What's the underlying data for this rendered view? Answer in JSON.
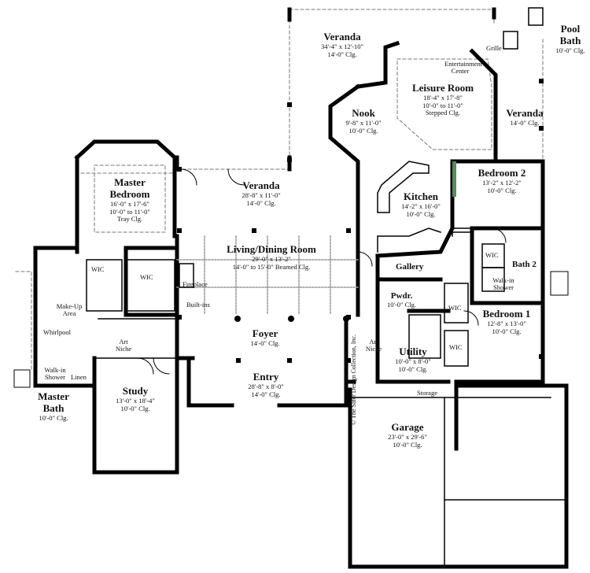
{
  "rooms": {
    "veranda_top": {
      "name": "Veranda",
      "dims": "34'-4\" x 12'-10\"",
      "ceiling": "14'-0\" Clg."
    },
    "pool_bath": {
      "name": "Pool Bath",
      "ceiling": "10'-0\" Clg."
    },
    "grille": {
      "name": "Grille"
    },
    "entertainment": {
      "name": "Entertainment Center"
    },
    "leisure": {
      "name": "Leisure Room",
      "dims": "18'-4\" x 17'-8\"",
      "ceiling": "10'-0\" to 11'-0\"",
      "note": "Stepped Clg."
    },
    "nook": {
      "name": "Nook",
      "dims": "9'-8\" x 11'-0\"",
      "ceiling": "10'-0\" Clg."
    },
    "veranda_right": {
      "name": "Veranda",
      "ceiling": "14'-0\" Clg."
    },
    "master_bedroom": {
      "name": "Master Bedroom",
      "dims": "16'-0\" x 17'-6\"",
      "ceiling": "10'-0\" to 11'-0\"",
      "note": "Tray Clg."
    },
    "veranda_mid": {
      "name": "Veranda",
      "dims": "28'-8\" x 11'-0\"",
      "ceiling": "14'-0\" Clg."
    },
    "bedroom2": {
      "name": "Bedroom 2",
      "dims": "13'-2\" x 12'-2\"",
      "ceiling": "10'-0\" Clg."
    },
    "kitchen": {
      "name": "Kitchen",
      "dims": "14'-2\" x 16'-0\"",
      "ceiling": "10'-0\" Clg."
    },
    "living": {
      "name": "Living/Dining Room",
      "dims": "29'-0\" x 13'-2\"",
      "ceiling": "14'-0\" to 15'-0\" Beamed Clg."
    },
    "gallery": {
      "name": "Gallery"
    },
    "bath2": {
      "name": "Bath 2"
    },
    "walkin_shower_r": {
      "name": "Walk-in Shower"
    },
    "pwdr": {
      "name": "Pwdr.",
      "ceiling": "10'-0\" Clg."
    },
    "bedroom1": {
      "name": "Bedroom 1",
      "dims": "12'-8\" x 13'-0\"",
      "ceiling": "10'-0\" Clg."
    },
    "foyer": {
      "name": "Foyer",
      "ceiling": "14'-0\" Clg."
    },
    "utility": {
      "name": "Utility",
      "dims": "10'-0\" x 8'-0\"",
      "ceiling": "10'-0\" Clg."
    },
    "entry": {
      "name": "Entry",
      "dims": "28'-8\" x 8'-0\"",
      "ceiling": "14'-0\" Clg."
    },
    "study": {
      "name": "Study",
      "dims": "13'-0\" x 18'-4\"",
      "ceiling": "10'-0\" Clg."
    },
    "master_bath": {
      "name": "Master Bath",
      "ceiling": "10'-0\" Clg."
    },
    "garage": {
      "name": "Garage",
      "dims": "23'-0\" x 29'-6\"",
      "ceiling": "10'-0\" Clg."
    }
  },
  "small_labels": {
    "wic": "WIC",
    "fireplace": "Fireplace",
    "builtins": "Built-ins",
    "makeup": "Make-Up Area",
    "whirlpool": "Whirlpool",
    "walkin_shower_l": "Walk-in Shower",
    "linen": "Linen",
    "art_niche": "Art Niche",
    "storage": "Storage"
  },
  "copyright": "© The Sater Design Collection, Inc."
}
